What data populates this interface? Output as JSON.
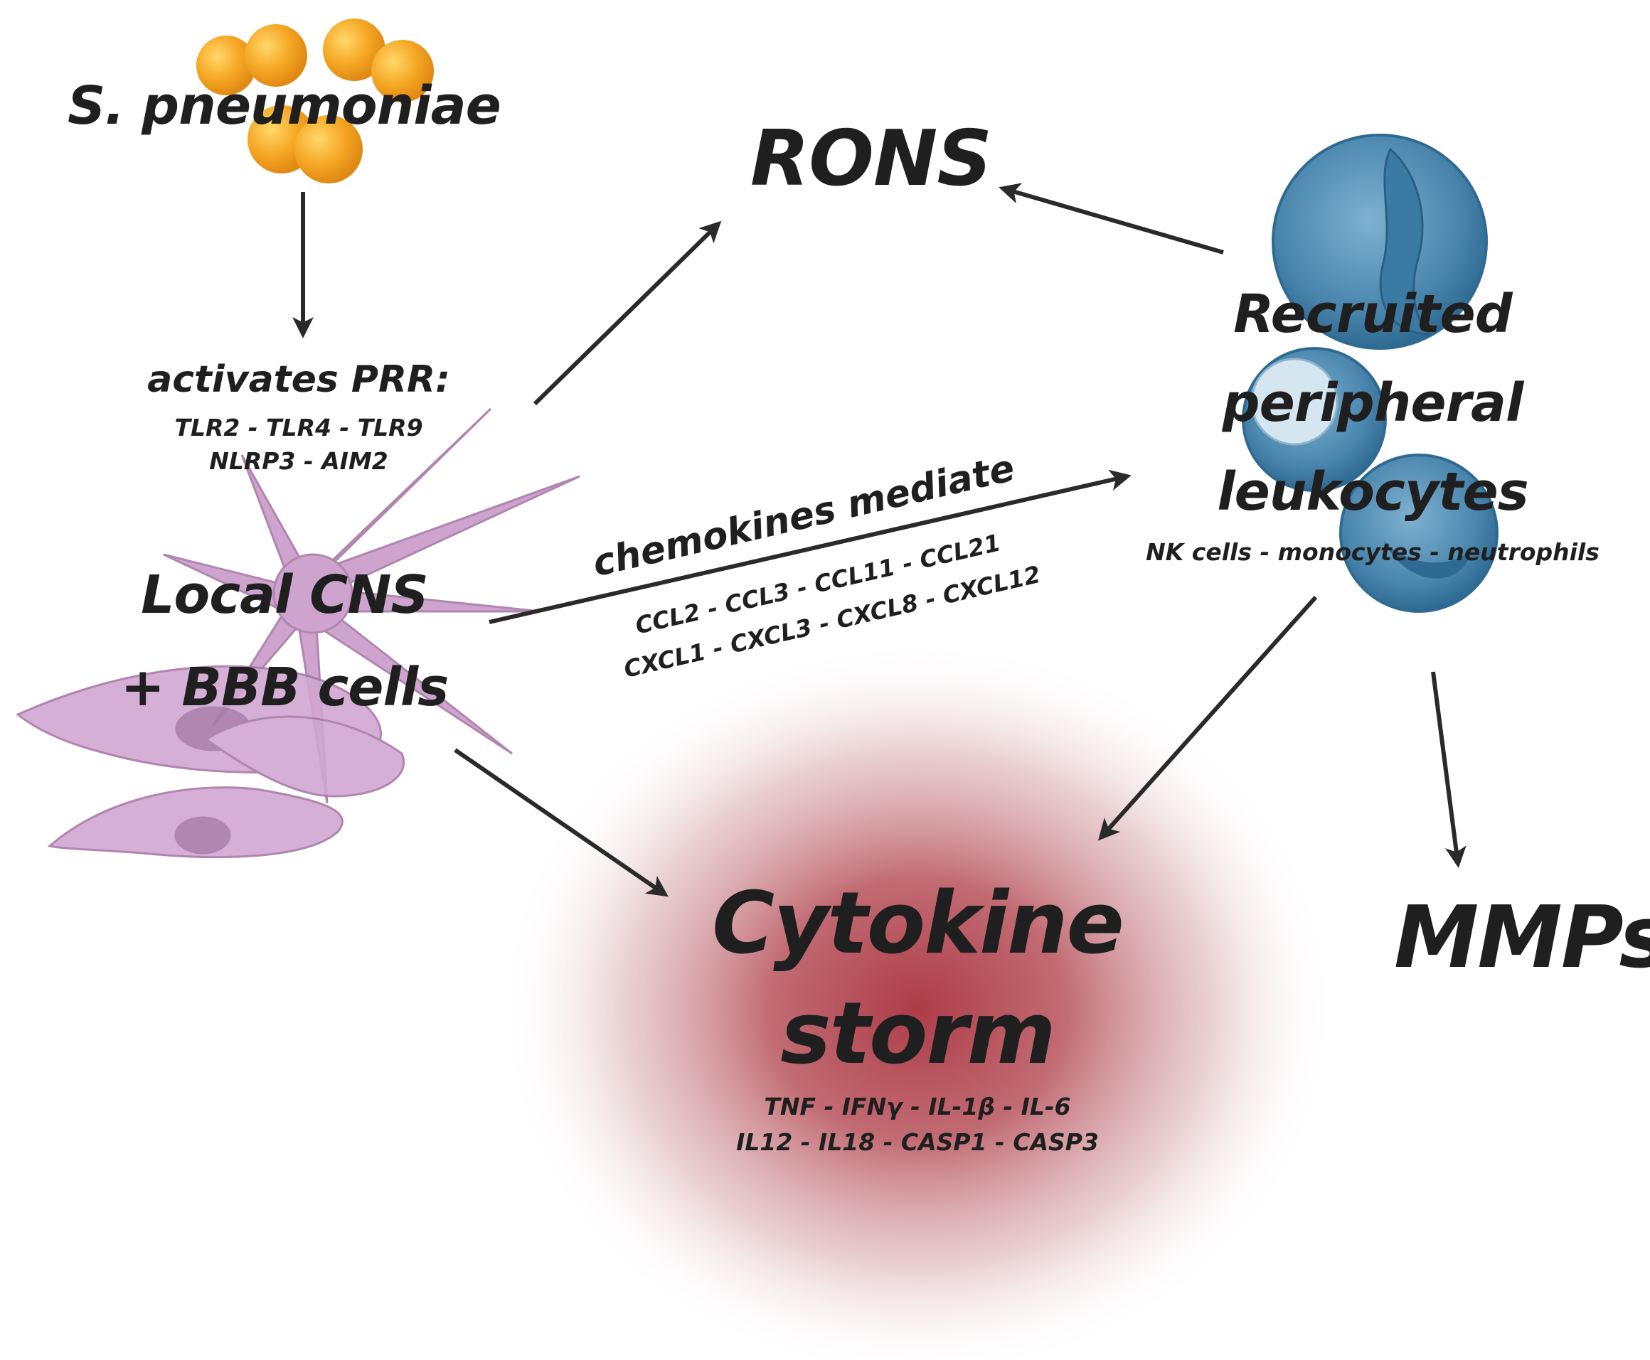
{
  "colors": {
    "text": "#1f1f1f",
    "arrow": "#2a2a2a",
    "bacteria": "#f5a623",
    "leukocyte": "#4a86ad",
    "cns_cells": "#c99bc9",
    "storm": "#a8323f"
  },
  "icons": [
    "bacteria-icon",
    "leukocyte-icon",
    "astrocyte-icon",
    "endothelial-cell-icon"
  ],
  "nodes": {
    "pathogen": "S. pneumoniae",
    "prr_title": "activates PRR:",
    "prr_line1": "TLR2 - TLR4 - TLR9",
    "prr_line2": "NLRP3 - AIM2",
    "cns_line1": "Local CNS",
    "cns_line2": "+ BBB cells",
    "rons": "RONS",
    "leuko_line1": "Recruited",
    "leuko_line2": "peripheral",
    "leuko_line3": "leukocytes",
    "leuko_types": "NK cells - monocytes - neutrophils",
    "storm_line1": "Cytokine",
    "storm_line2": "storm",
    "storm_line3": "TNF - IFNγ - IL-1β - IL-6",
    "storm_line4": "IL12 - IL18 - CASP1 - CASP3",
    "mmps": "MMPs"
  },
  "edges": {
    "chemokine_label": "chemokines mediate",
    "chemokine_line1": "CCL2 - CCL3 - CCL11 -  CCL21",
    "chemokine_line2": "CXCL1 - CXCL3 - CXCL8 - CXCL12"
  }
}
